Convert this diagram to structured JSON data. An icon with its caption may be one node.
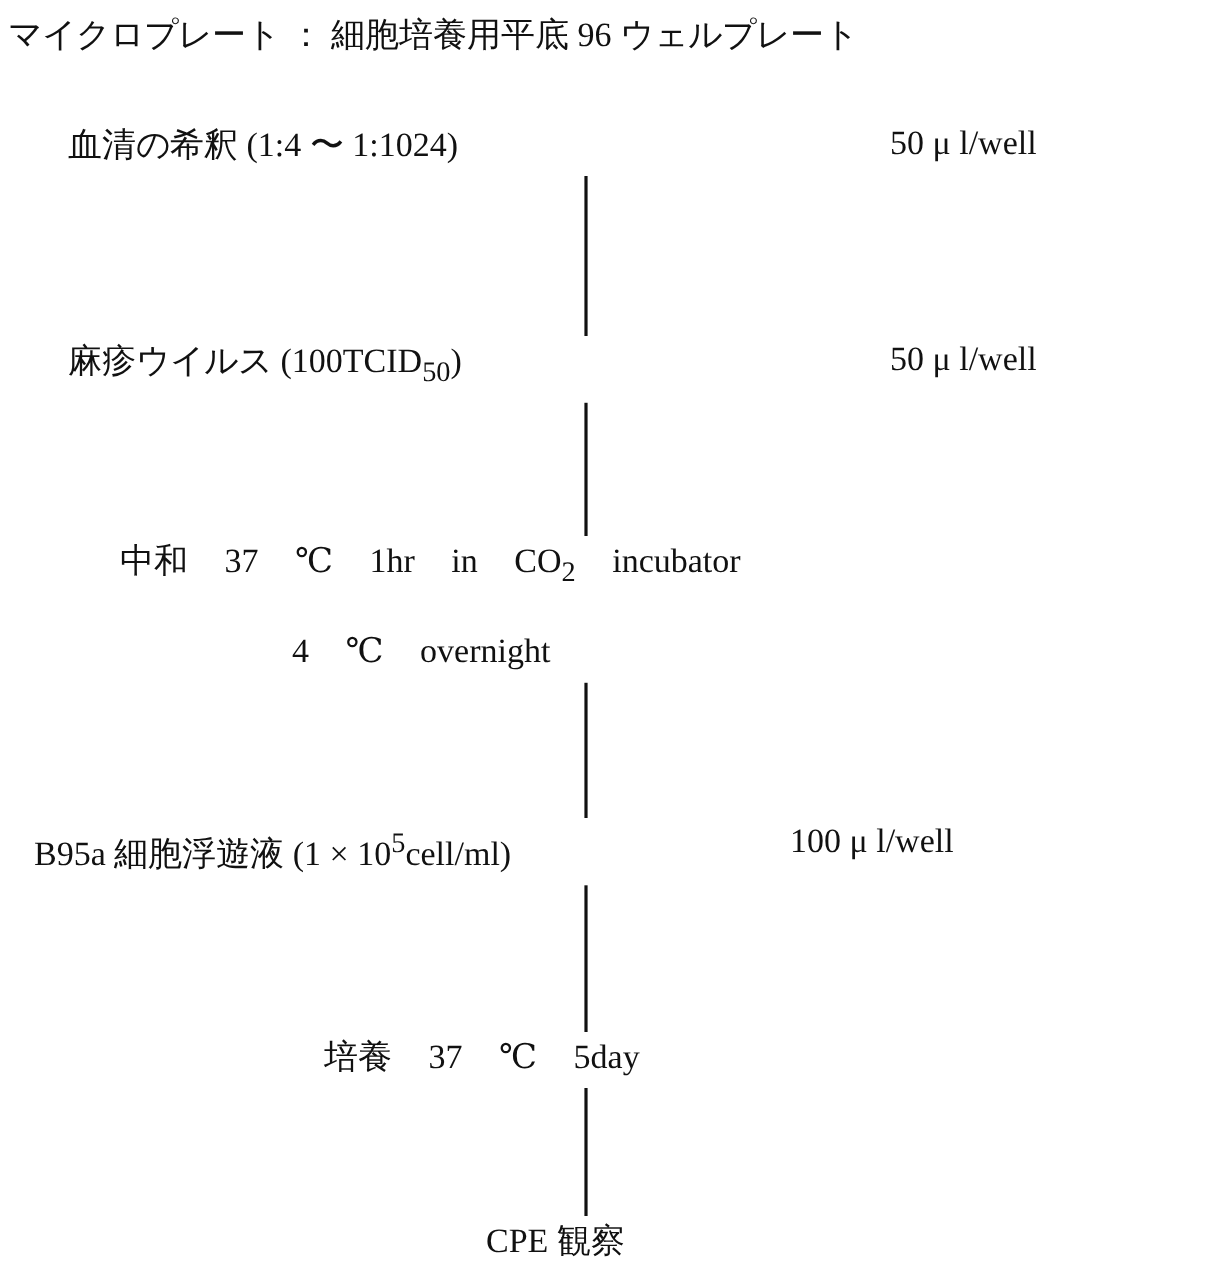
{
  "diagram": {
    "title": "マイクロプレート ： 細胞培養用平底 96 ウェルプレート",
    "nodes": [
      {
        "text": [
          "血清の希釈 (1:4 〜 1:1024)"
        ]
      },
      {
        "text": [
          "麻疹ウイルス (100TCID$_{50}$)"
        ]
      },
      {
        "text": [
          "中和 37 ℃ 1hr in CO$_{2}$ incubator",
          "4 ℃ overnight"
        ]
      },
      {
        "text": [
          "B95a 細胞浮遊液 (1 × 10$^{5}$cell/ml)"
        ]
      },
      {
        "text": [
          "培養 37 ℃ 5day"
        ]
      },
      {
        "text": [
          "CPE 観察"
        ]
      }
    ],
    "edges": [
      {
        "from": 0,
        "to": 1,
        "arrow": "none"
      },
      {
        "from": 1,
        "to": 2,
        "arrow": "none"
      },
      {
        "from": 2,
        "to": 3,
        "arrow": "none"
      },
      {
        "from": 3,
        "to": 4,
        "arrow": "none"
      },
      {
        "from": 4,
        "to": 5,
        "arrow": "none"
      }
    ],
    "labels": [
      "50 μ l/well",
      "50 μ l/well",
      "100 μ l/well"
    ]
  }
}
